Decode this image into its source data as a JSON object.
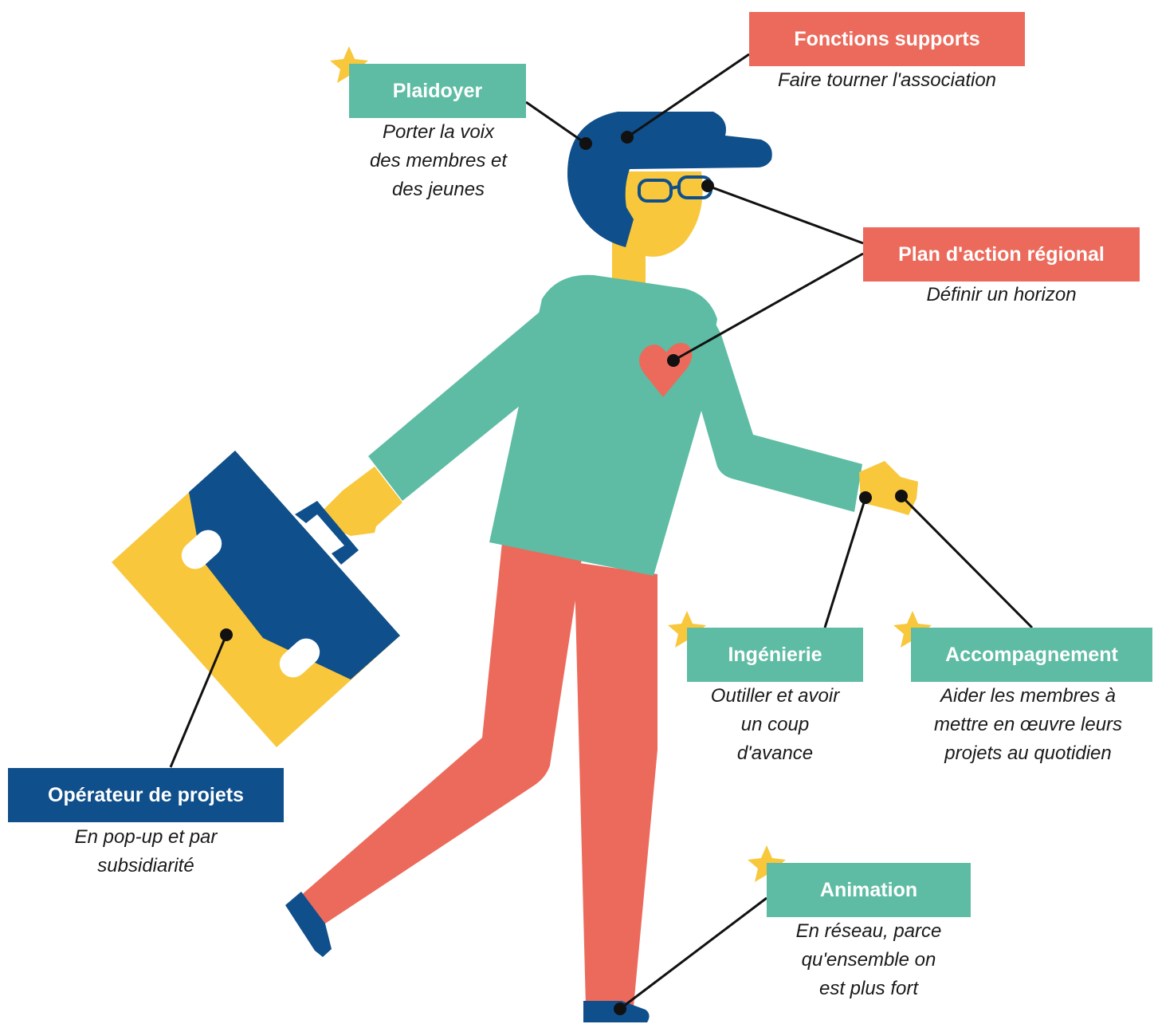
{
  "colors": {
    "teal": "#5dbca3",
    "coral": "#ec6a5b",
    "navy": "#0f4f8b",
    "yellow": "#f8c73b"
  },
  "roles": {
    "plaidoyer": {
      "title": "Plaidoyer",
      "lines": [
        "Porter la voix",
        "des membres et",
        "des jeunes"
      ],
      "starred": true
    },
    "fonctions_supports": {
      "title": "Fonctions supports",
      "lines": [
        "Faire tourner l'association"
      ],
      "starred": false
    },
    "plan_action": {
      "title": "Plan d'action régional",
      "lines": [
        "Définir un horizon"
      ],
      "starred": false
    },
    "ingenierie": {
      "title": "Ingénierie",
      "lines": [
        "Outiller et avoir",
        "un coup",
        "d'avance"
      ],
      "starred": true
    },
    "accompagnement": {
      "title": "Accompagnement",
      "lines": [
        "Aider les membres à",
        "mettre en œuvre leurs",
        "projets au quotidien"
      ],
      "starred": true
    },
    "operateur": {
      "title": "Opérateur de projets",
      "lines": [
        "En pop-up et par",
        "subsidiarité"
      ],
      "starred": false
    },
    "animation": {
      "title": "Animation",
      "lines": [
        "En réseau, parce",
        "qu'ensemble on",
        "est plus fort"
      ],
      "starred": true
    }
  }
}
